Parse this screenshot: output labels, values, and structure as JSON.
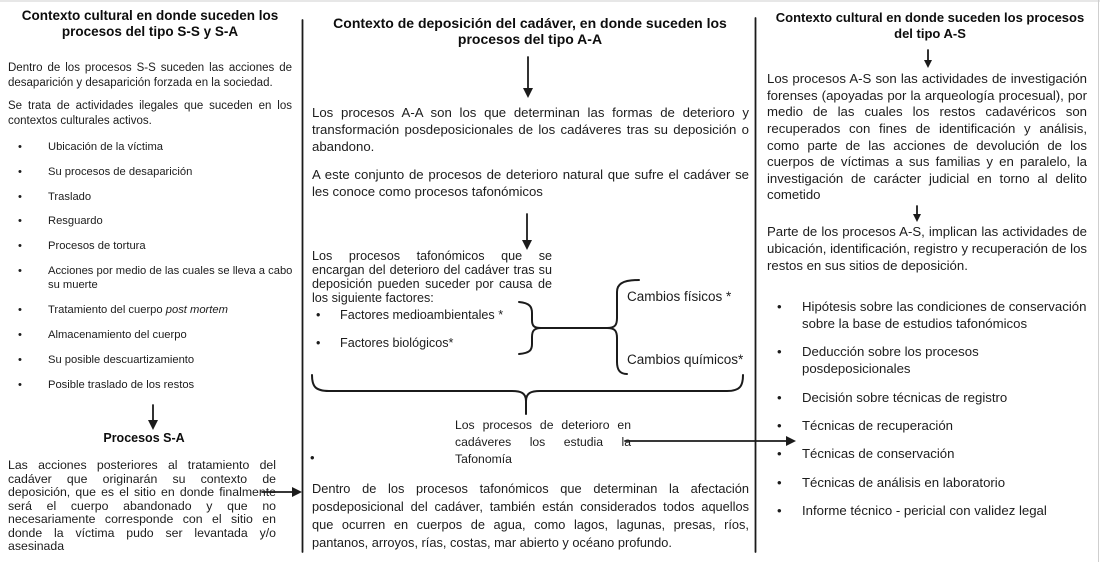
{
  "colors": {
    "ink": "#1b1b1b",
    "background": "#ffffff"
  },
  "glyphs": {
    "bullet": "•"
  },
  "left_column": {
    "title": "Contexto cultural en donde suceden los procesos del tipo S-S y S-A",
    "p1": "Dentro de los procesos S-S suceden las acciones de desaparición y desaparición forzada en la sociedad.",
    "p2": "Se trata de actividades ilegales que suceden en los contextos culturales activos.",
    "bullets": [
      "Ubicación de la víctima",
      "Su procesos de desaparición",
      "Traslado",
      "Resguardo",
      "Procesos de tortura",
      "Acciones por medio de las cuales se lleva a cabo su muerte",
      {
        "pre": "Tratamiento del cuerpo ",
        "italic": "post mortem"
      },
      "Almacenamiento del cuerpo",
      "Su posible descuartizamiento",
      "Posible traslado de los restos"
    ],
    "subheading": "Procesos S-A",
    "p3": "Las acciones posteriores al tratamiento del cadáver que originarán su contexto de deposición, que es el sitio en donde finalmente será el cuerpo abandonado y que no necesariamente corresponde con el sitio en donde la víctima pudo ser levantada y/o asesinada"
  },
  "middle_column": {
    "title": "Contexto de deposición del cadáver, en donde suceden los procesos del tipo A-A",
    "p1": "Los procesos A-A son los que determinan las formas de deterioro y transformación posdeposicionales de los cadáveres tras su deposición o abandono.",
    "p2": "A este conjunto de procesos de deterioro natural que sufre el cadáver se les conoce como procesos tafonómicos",
    "p3": "Los procesos tafonómicos que se encargan del deterioro del cadáver tras su deposición pueden suceder por causa de los siguiente factores:",
    "bullets": [
      "Factores medioambientales *",
      "Factores biológicos*"
    ],
    "cambios": [
      "Cambios físicos *",
      "Cambios químicos*"
    ],
    "note": "Los procesos de deterioro en cadáveres los estudia la Tafonomía",
    "p4": "Dentro de los procesos tafonómicos que determinan la afectación posdeposicional del cadáver, también están considerados todos aquellos que ocurren en cuerpos de agua, como lagos, lagunas, presas, ríos, pantanos, arroyos, rías, costas, mar abierto y océano profundo."
  },
  "right_column": {
    "title": "Contexto cultural en donde suceden los procesos del tipo A-S",
    "p1": "Los procesos A-S son las actividades de investigación forenses (apoyadas por la arqueología procesual), por medio de las cuales los restos cadavéricos son recuperados con fines de identificación y análisis, como parte de las acciones de devolución de los cuerpos de víctimas a sus familias y en paralelo, la investigación de carácter judicial en torno al delito cometido",
    "p2": "Parte de los procesos A-S, implican las actividades de ubicación, identificación, registro y recuperación de los restos en sus sitios de deposición.",
    "bullets": [
      "Hipótesis sobre las condiciones de conservación sobre la base de estudios tafonómicos",
      "Deducción sobre los procesos posdeposicionales",
      "Decisión sobre técnicas de registro",
      "Técnicas de recuperación",
      "Técnicas de conservación",
      "Técnicas de análisis en laboratorio",
      "Informe técnico - pericial con validez legal"
    ]
  }
}
